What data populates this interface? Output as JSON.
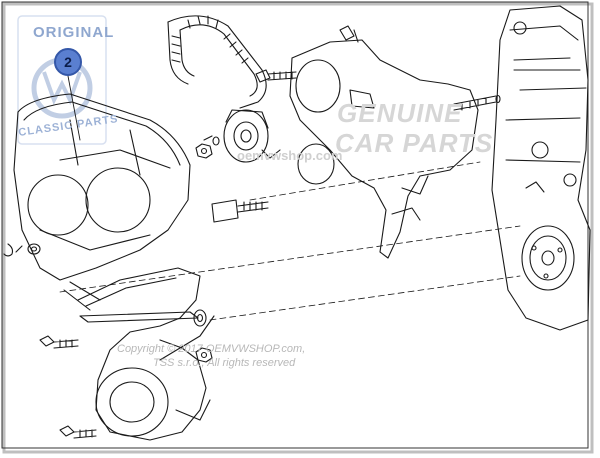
{
  "logo": {
    "top_text": "ORIGINAL",
    "bottom_text": "CLASSIC PARTS",
    "accent_color": "#8fa7cf"
  },
  "callout": {
    "number": "2",
    "fill_color": "#5a7fd0"
  },
  "watermark": {
    "line1": "GENUINE",
    "line2": "CAR PARTS",
    "site": "oemvwshop.com",
    "copyright_line1": "Copyright © 2017 OEMVWSHOP.com,",
    "copyright_line2": "TSS s.r.o., All rights reserved"
  },
  "colors": {
    "line": "#1a1a1a",
    "frame": "#333333",
    "shadow": "#bfbfbf"
  }
}
